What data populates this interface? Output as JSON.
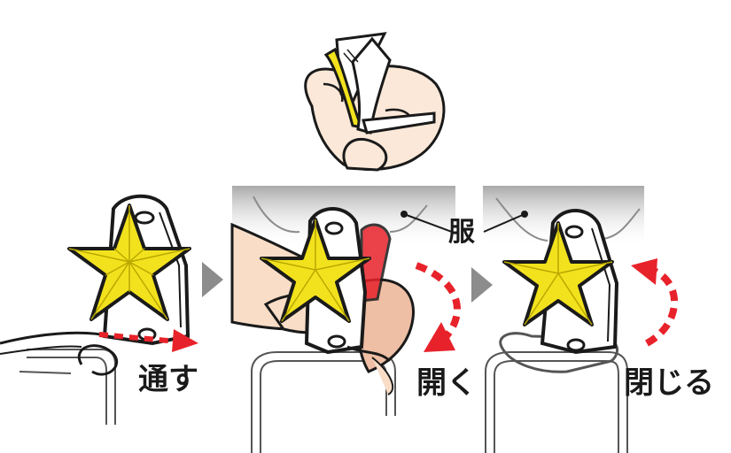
{
  "labels": {
    "pass_through": "通す",
    "open": "開く",
    "close": "閉じる",
    "clothes": "服"
  },
  "colors": {
    "star_fill": "#f2e21d",
    "star_shadow": "#d8c400",
    "outline": "#1a1a1a",
    "arrow_red": "#e8222a",
    "step_arrow": "#8c8c8c",
    "skin": "#f9ddc7",
    "skin_dark": "#eebfa4",
    "fabric_shadow": "#cfcfcf"
  },
  "icons": [
    "hand-pinch-icon",
    "star-clip-icon",
    "step-arrow-icon",
    "curved-arrow-icon"
  ]
}
